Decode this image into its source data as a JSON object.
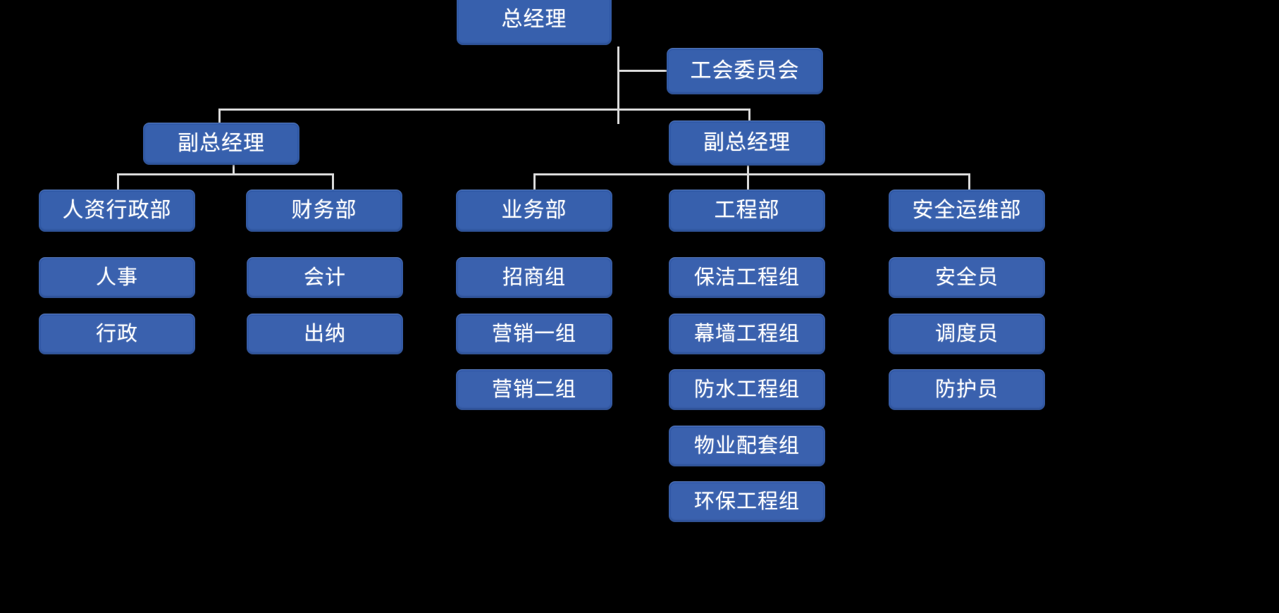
{
  "chart_data": {
    "type": "diagram",
    "diagram_type": "organization-chart",
    "title": "",
    "orientation": "top-down",
    "colors": {
      "background": "#000000",
      "node_fill": "#3760ad",
      "leaf_fill": "#3a61ae",
      "node_text": "#ffffff",
      "connector": "#d9d9d9"
    },
    "nodes": [
      {
        "id": "gm",
        "label": "总经理",
        "level": 0,
        "parent": null
      },
      {
        "id": "union",
        "label": "工会委员会",
        "level": 1,
        "parent": "gm"
      },
      {
        "id": "vgm_left",
        "label": "副总经理",
        "level": 1,
        "parent": "gm"
      },
      {
        "id": "vgm_right",
        "label": "副总经理",
        "level": 1,
        "parent": "gm"
      },
      {
        "id": "hr",
        "label": "人资行政部",
        "level": 2,
        "parent": "vgm_left"
      },
      {
        "id": "fin",
        "label": "财务部",
        "level": 2,
        "parent": "vgm_left"
      },
      {
        "id": "biz",
        "label": "业务部",
        "level": 2,
        "parent": "vgm_right"
      },
      {
        "id": "eng",
        "label": "工程部",
        "level": 2,
        "parent": "vgm_right"
      },
      {
        "id": "safe",
        "label": "安全运维部",
        "level": 2,
        "parent": "vgm_right"
      },
      {
        "id": "hr_1",
        "label": "人事",
        "level": 3,
        "parent": "hr"
      },
      {
        "id": "hr_2",
        "label": "行政",
        "level": 3,
        "parent": "hr"
      },
      {
        "id": "fin_1",
        "label": "会计",
        "level": 3,
        "parent": "fin"
      },
      {
        "id": "fin_2",
        "label": "出纳",
        "level": 3,
        "parent": "fin"
      },
      {
        "id": "biz_1",
        "label": "招商组",
        "level": 3,
        "parent": "biz"
      },
      {
        "id": "biz_2",
        "label": "营销一组",
        "level": 3,
        "parent": "biz"
      },
      {
        "id": "biz_3",
        "label": "营销二组",
        "level": 3,
        "parent": "biz"
      },
      {
        "id": "eng_1",
        "label": "保洁工程组",
        "level": 3,
        "parent": "eng"
      },
      {
        "id": "eng_2",
        "label": "幕墙工程组",
        "level": 3,
        "parent": "eng"
      },
      {
        "id": "eng_3",
        "label": "防水工程组",
        "level": 3,
        "parent": "eng"
      },
      {
        "id": "eng_4",
        "label": "物业配套组",
        "level": 3,
        "parent": "eng"
      },
      {
        "id": "eng_5",
        "label": "环保工程组",
        "level": 3,
        "parent": "eng"
      },
      {
        "id": "safe_1",
        "label": "安全员",
        "level": 3,
        "parent": "safe"
      },
      {
        "id": "safe_2",
        "label": "调度员",
        "level": 3,
        "parent": "safe"
      },
      {
        "id": "safe_3",
        "label": "防护员",
        "level": 3,
        "parent": "safe"
      }
    ],
    "edges": [
      {
        "from": "gm",
        "to": "union"
      },
      {
        "from": "gm",
        "to": "vgm_left"
      },
      {
        "from": "gm",
        "to": "vgm_right"
      },
      {
        "from": "vgm_left",
        "to": "hr"
      },
      {
        "from": "vgm_left",
        "to": "fin"
      },
      {
        "from": "vgm_right",
        "to": "biz"
      },
      {
        "from": "vgm_right",
        "to": "eng"
      },
      {
        "from": "vgm_right",
        "to": "safe"
      }
    ]
  },
  "chart": {
    "root": {
      "label": "总经理"
    },
    "union": {
      "label": "工会委员会"
    },
    "vp_left": {
      "label": "副总经理"
    },
    "vp_right": {
      "label": "副总经理"
    },
    "departments": [
      {
        "label": "人资行政部",
        "children": [
          {
            "label": "人事"
          },
          {
            "label": "行政"
          }
        ]
      },
      {
        "label": "财务部",
        "children": [
          {
            "label": "会计"
          },
          {
            "label": "出纳"
          }
        ]
      },
      {
        "label": "业务部",
        "children": [
          {
            "label": "招商组"
          },
          {
            "label": "营销一组"
          },
          {
            "label": "营销二组"
          }
        ]
      },
      {
        "label": "工程部",
        "children": [
          {
            "label": "保洁工程组"
          },
          {
            "label": "幕墙工程组"
          },
          {
            "label": "防水工程组"
          },
          {
            "label": "物业配套组"
          },
          {
            "label": "环保工程组"
          }
        ]
      },
      {
        "label": "安全运维部",
        "children": [
          {
            "label": "安全员"
          },
          {
            "label": "调度员"
          },
          {
            "label": "防护员"
          }
        ]
      }
    ]
  }
}
